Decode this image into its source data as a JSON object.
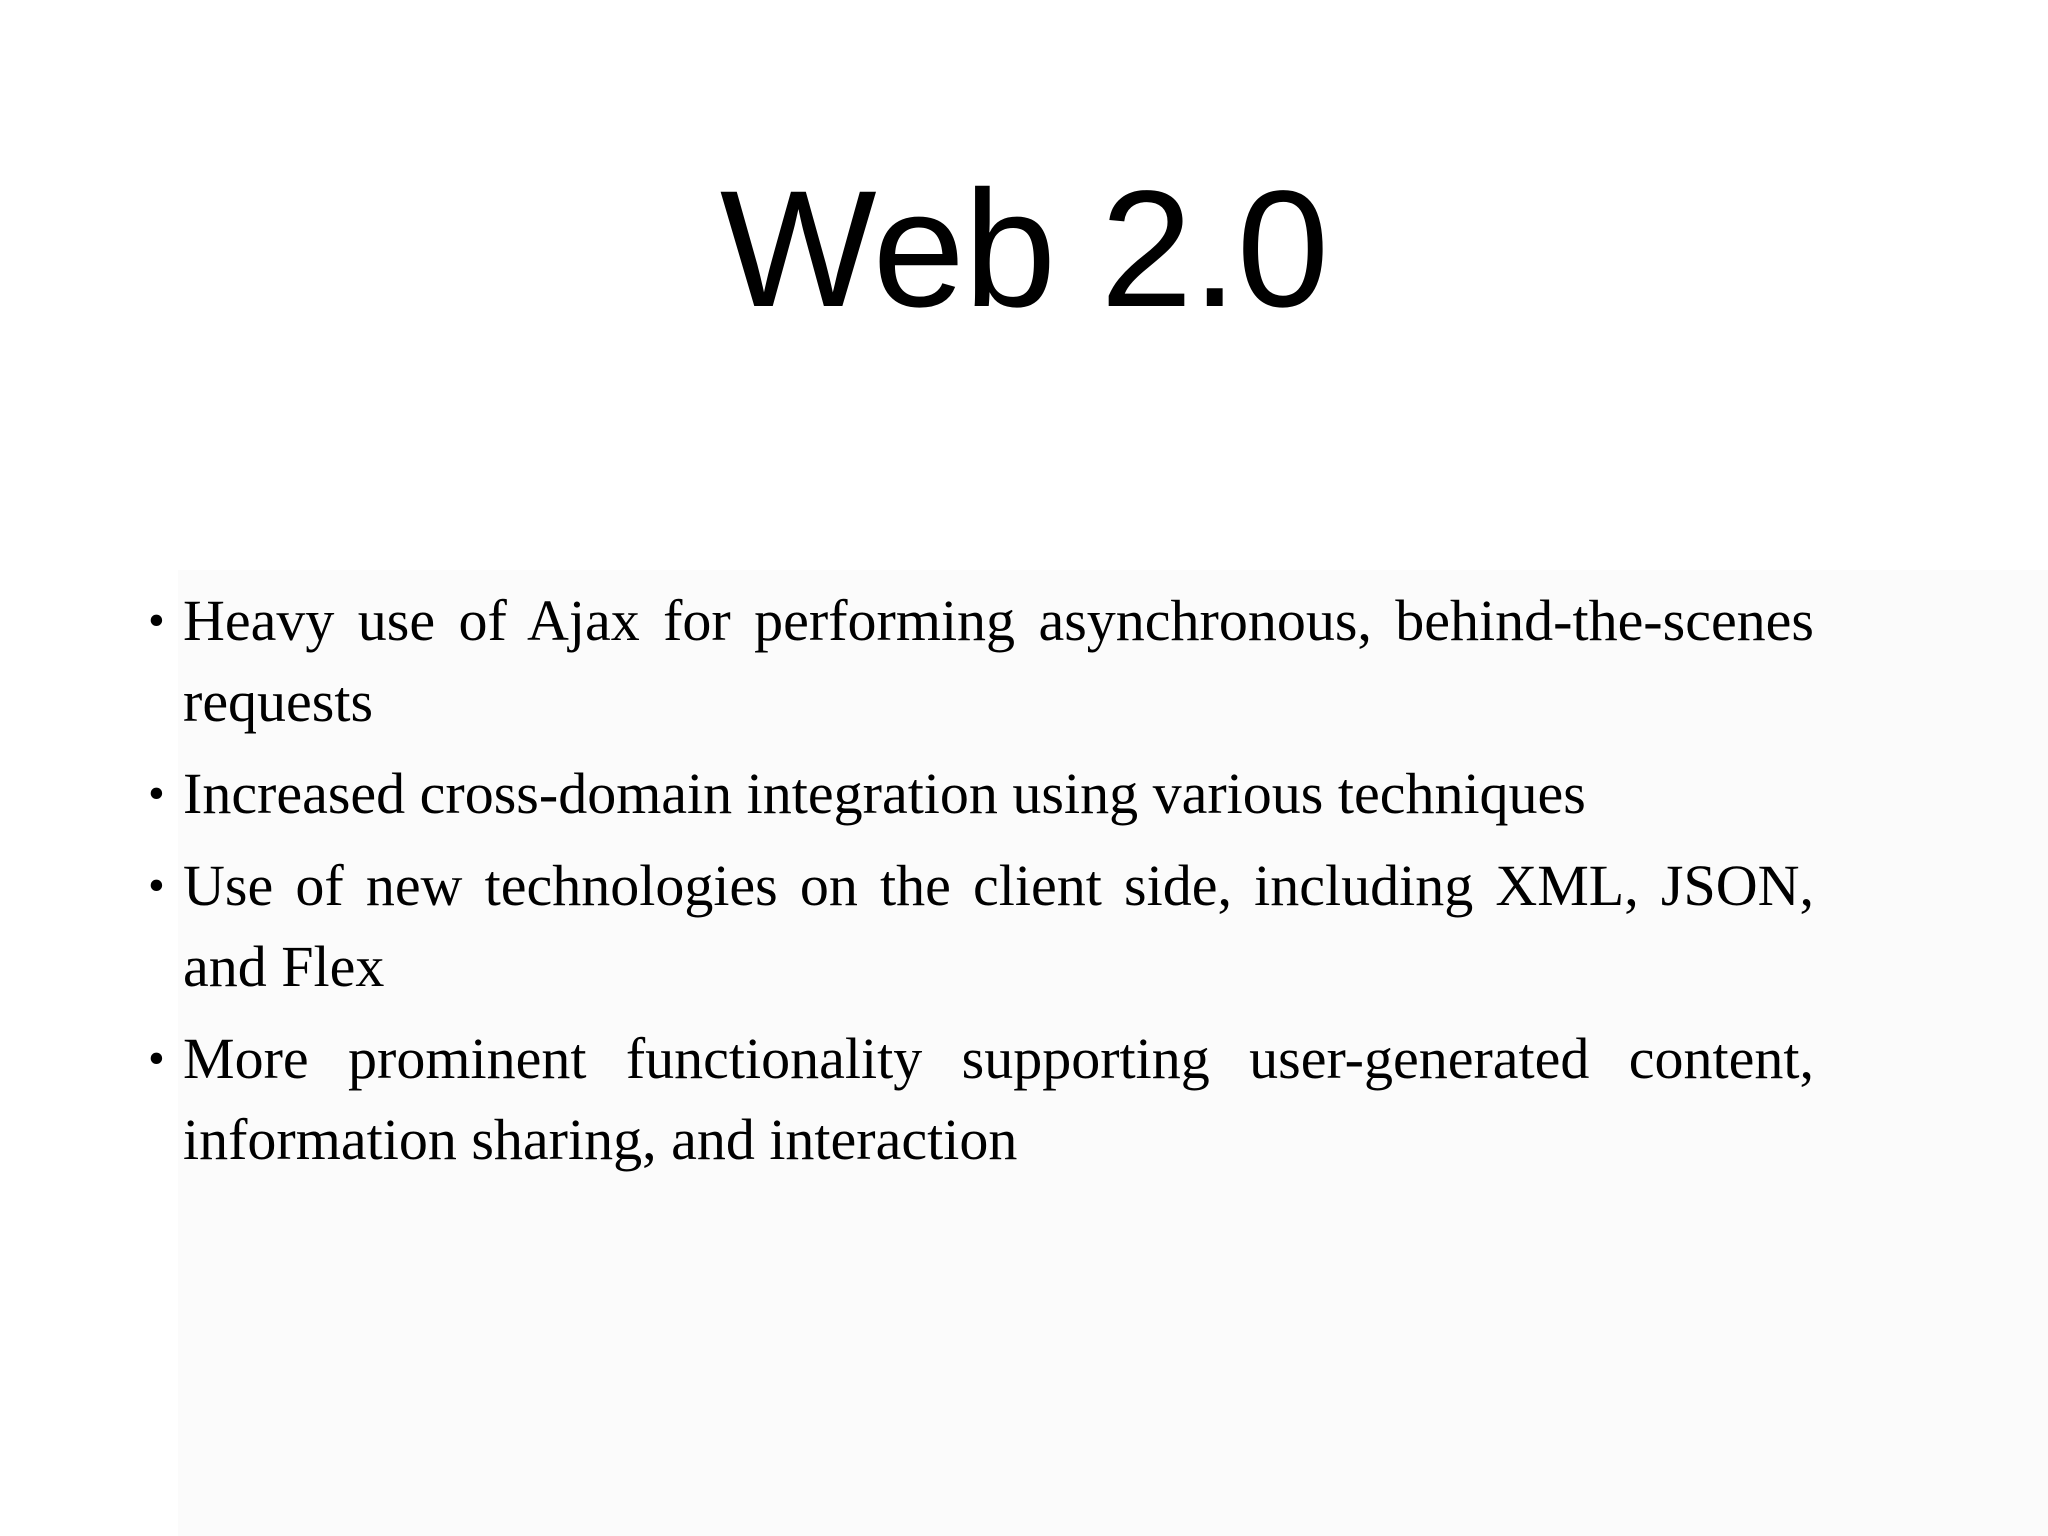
{
  "slide": {
    "title": "Web 2.0",
    "bullet_symbol": "•",
    "bullets": [
      "Heavy use of Ajax for performing asynchronous, behind-the-scenes requests",
      "Increased cross-domain integration using various techniques",
      "Use of new technologies on the client side, including XML, JSON, and Flex",
      "More prominent functionality supporting user-generated content, information sharing, and interaction"
    ]
  }
}
